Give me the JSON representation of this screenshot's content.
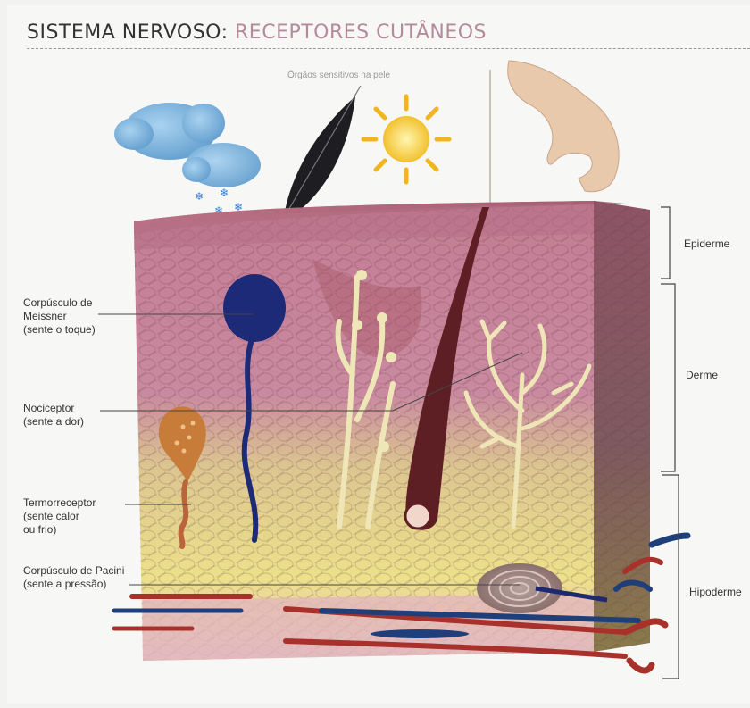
{
  "header": {
    "title_main": "SISTEMA NERVOSO:",
    "title_accent": "RECEPTORES CUTÂNEOS",
    "subtitle": "Órgãos sensitivos na pele"
  },
  "labels": {
    "meissner": [
      "Corpúsculo de",
      "Meissner",
      "(sente o toque)"
    ],
    "nociceptor": [
      "Nociceptor",
      "(sente a dor)"
    ],
    "termorreceptor": [
      "Termorreceptor",
      "(sente calor",
      "ou frio)"
    ],
    "pacini": [
      "Corpúsculo de Pacini",
      "(sente a pressão)"
    ]
  },
  "layers": {
    "epiderme": "Epiderme",
    "derme": "Derme",
    "hipoderme": "Hipoderme"
  },
  "colors": {
    "skin_top": "#c98f9f",
    "dermis": "#c9849a",
    "hypodermis": "#e6dc8a",
    "vessel_red": "#a8312c",
    "vessel_blue": "#1f3f7a",
    "nerve_blue": "#1e2a6e",
    "nerve_cream": "#efe6b8"
  },
  "icons": [
    "cloud-icon",
    "snowflake-icon",
    "feather-icon",
    "sun-icon",
    "hand-icon",
    "needle-icon"
  ]
}
